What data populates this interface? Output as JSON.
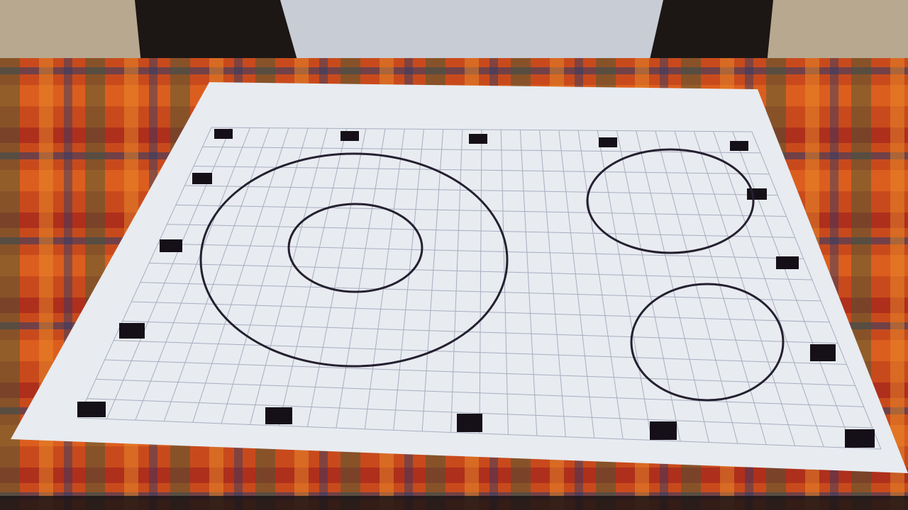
{
  "scene": {
    "subject": "printed-calibration-grid-sheet",
    "grid": {
      "columns": 28,
      "rows": 15
    },
    "circles": [
      {
        "name": "large-outer-circle"
      },
      {
        "name": "small-inner-circle"
      },
      {
        "name": "upper-right-circle"
      },
      {
        "name": "lower-right-circle"
      }
    ],
    "colors": {
      "paper": "#e8ebf0",
      "grid_line": "#a8aec0",
      "marker": "#151018",
      "circle_stroke": "#252030",
      "tablecloth_orange": "#d8541e",
      "tablecloth_red": "#a8281c",
      "tablecloth_green": "#3a5a3a",
      "tablecloth_blue": "#2a3a6a",
      "chair": "#1c1614",
      "cushion": "#c8ccd4",
      "wall": "#b8a890"
    }
  }
}
